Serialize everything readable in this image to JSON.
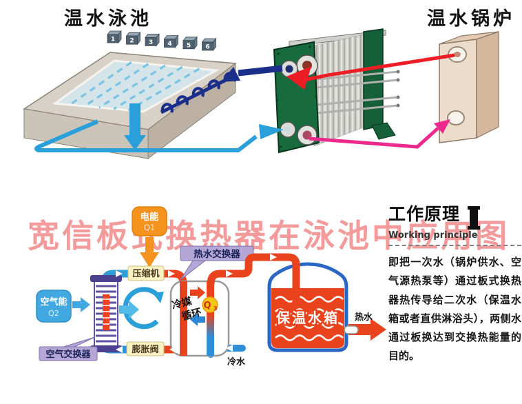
{
  "pool": {
    "title": "温水泳池",
    "blocks": [
      "1",
      "2",
      "3",
      "4",
      "5",
      "6"
    ]
  },
  "boiler": {
    "title": "温水锅炉"
  },
  "watermark": {
    "text": "宽信板式换热器在泳池中应用图"
  },
  "principle": {
    "heading": "工作原理",
    "subheading": "Working principle",
    "body": "即把一次水（锅炉供水、空气源热泵等）通过板式换热器热传导给二次水（保温水箱或者直供淋浴头），两侧水通过板换达到交换热能量的目的。"
  },
  "heatpump": {
    "electric": {
      "label": "电能",
      "sub": "Q1"
    },
    "air": {
      "label": "空气能",
      "sub": "Q2"
    },
    "compressor": "压缩机",
    "water_exchanger_label": "热水交换器",
    "refrigerant": {
      "line1": "冷媒",
      "line2": "循环"
    },
    "air_exchanger_label": "空气交换器",
    "expansion_valve": "膨胀阀",
    "tank_label": "保温水箱",
    "hot_water": "热水",
    "cold_water": "冷水",
    "heat_output": {
      "symbol": "Q",
      "sub": "3"
    }
  },
  "colors": {
    "hot": "#e8431c",
    "cold": "#2f8fd8",
    "navy": "#1b2f8a",
    "pink": "#ec2a8e",
    "red_supply": "#ee1c25",
    "orange": "#f6921e",
    "sky": "#41a8e1",
    "green_frame": "#186b3d",
    "lavender": "#b4a7d6",
    "pale_yellow": "#fbf2c4",
    "tank_blue": "#2a66c4",
    "watermark_red": "#e84848"
  }
}
